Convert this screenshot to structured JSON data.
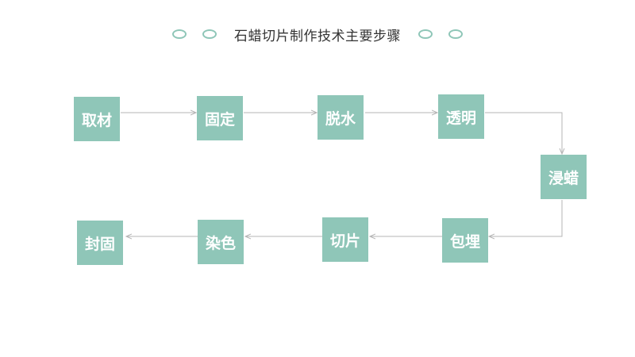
{
  "title": "石蜡切片制作技术主要步骤",
  "steps": [
    "取材",
    "固定",
    "脱水",
    "透明",
    "浸蜡",
    "包埋",
    "切片",
    "染色",
    "封固"
  ],
  "colors": {
    "box": "#8fc6b8",
    "arrow": "#b5b5b5",
    "title": "#333333"
  }
}
